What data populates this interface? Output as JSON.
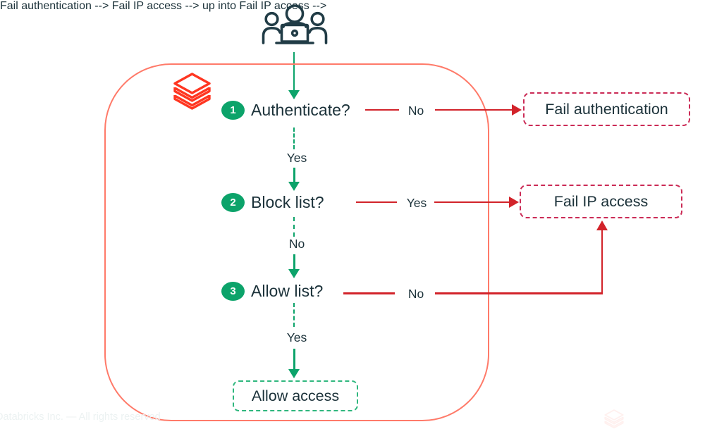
{
  "diagram": {
    "steps": [
      {
        "num": "1",
        "label": "Authenticate?",
        "next_label": "Yes",
        "branch_label": "No",
        "branch_target": "Fail authentication"
      },
      {
        "num": "2",
        "label": "Block list?",
        "next_label": "No",
        "branch_label": "Yes",
        "branch_target": "Fail IP access"
      },
      {
        "num": "3",
        "label": "Allow list?",
        "next_label": "Yes",
        "branch_label": "No",
        "branch_target": "Fail IP access"
      }
    ],
    "outcomes": {
      "fail_auth": "Fail authentication",
      "fail_ip": "Fail IP access",
      "allow": "Allow access"
    },
    "footer": {
      "copyright": "Databricks Inc. — All rights reserved"
    },
    "icons": {
      "users": "users-group-icon",
      "databricks": "databricks-logo-icon"
    },
    "colors": {
      "accent_green": "#0CA36A",
      "arrow_red": "#D2232A",
      "fail_border": "#CB2B56",
      "allow_border": "#2FB77E",
      "boundary_salmon": "#FF7A69",
      "brand_red": "#FF3621",
      "text_navy": "#1B3139"
    }
  }
}
